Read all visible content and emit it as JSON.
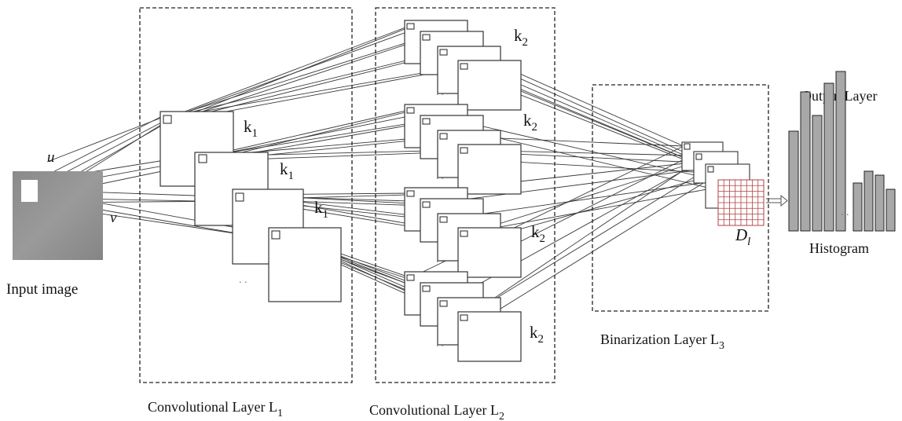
{
  "input": {
    "label": "Input image",
    "u_label": "u",
    "v_label": "v"
  },
  "conv1": {
    "label": "Convolutional Layer L",
    "subscript": "1",
    "k_label": "k",
    "k_subscript": "1"
  },
  "conv2": {
    "label": "Convolutional Layer L",
    "subscript": "2",
    "k_label": "k",
    "k_subscript": "2"
  },
  "binarization": {
    "label": "Binarization Layer L",
    "subscript": "3",
    "d_label": "D",
    "d_subscript": "l"
  },
  "output": {
    "label": "Output Layer",
    "histogram_label": "Histogram"
  },
  "colors": {
    "grid": "#b04040",
    "bars": "#a8a8a8"
  }
}
